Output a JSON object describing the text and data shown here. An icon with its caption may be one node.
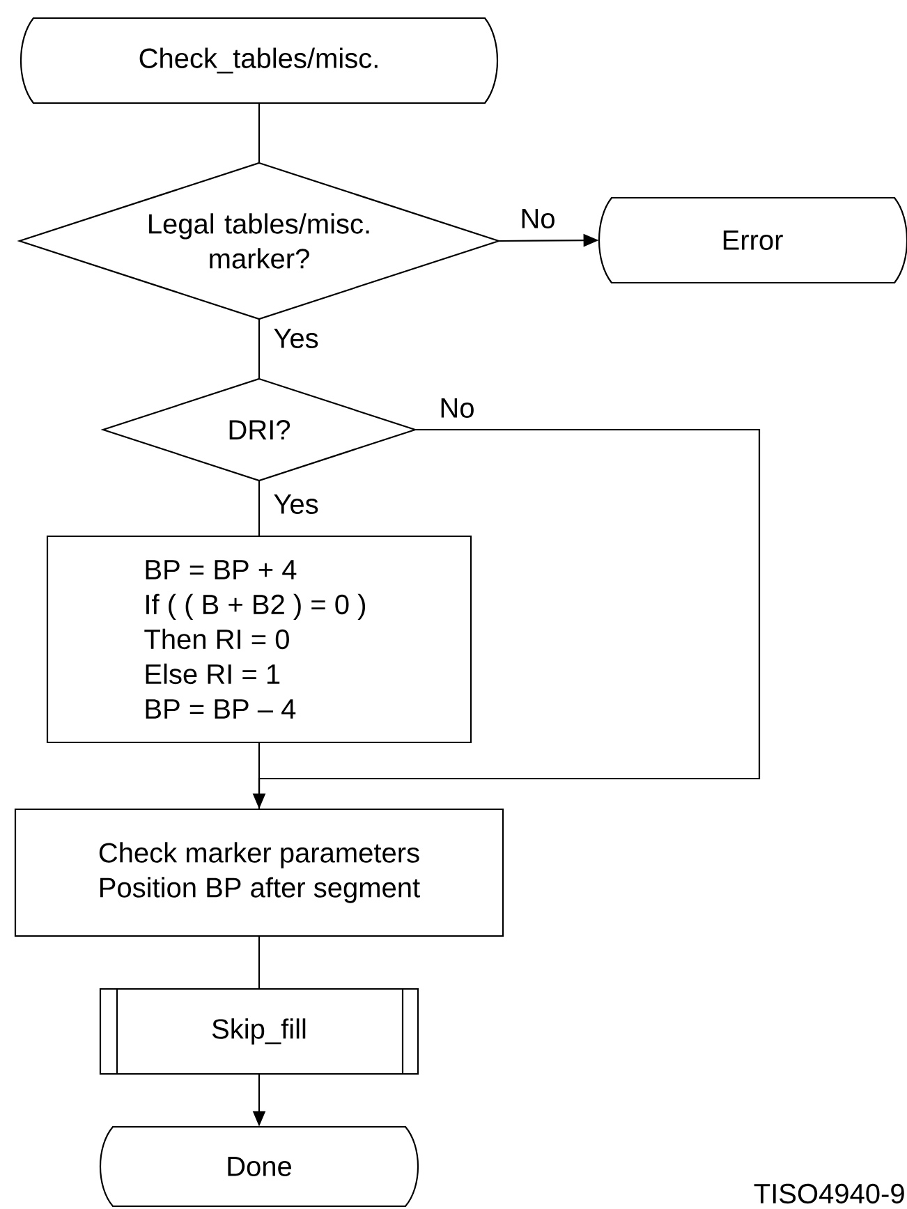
{
  "diagram": {
    "nodes": [
      {
        "text": [
          "Check_tables/misc."
        ]
      },
      {
        "text": [
          "Legal tables/misc. marker?"
        ]
      },
      {
        "text": [
          "Error"
        ]
      },
      {
        "text": [
          "DRI?"
        ]
      },
      {
        "text": [
          "BP = BP + 4",
          "If ( ( B + B2 ) = 0 )",
          "Then RI = 0",
          "Else RI = 1",
          "BP = BP – 4"
        ]
      },
      {
        "text": [
          "Check marker parameters",
          "Position BP after segment"
        ]
      },
      {
        "text": [
          "Skip_fill"
        ]
      },
      {
        "text": [
          "Done"
        ]
      }
    ],
    "edges": [
      {
        "from": 0,
        "to": 1,
        "arrow": "none"
      },
      {
        "from": 1,
        "to": 2,
        "arrow": "to",
        "label": "No"
      },
      {
        "from": 1,
        "to": 3,
        "arrow": "none",
        "label": "Yes"
      },
      {
        "from": 3,
        "to": 4,
        "arrow": "none",
        "label": "Yes"
      },
      {
        "from": 3,
        "to": 5,
        "arrow": "to",
        "label": "No"
      },
      {
        "from": 4,
        "to": 5,
        "arrow": "none"
      },
      {
        "from": 5,
        "to": 6,
        "arrow": "none"
      },
      {
        "from": 6,
        "to": 7,
        "arrow": "to"
      }
    ],
    "labels": [
      "TISO4940-9"
    ]
  }
}
